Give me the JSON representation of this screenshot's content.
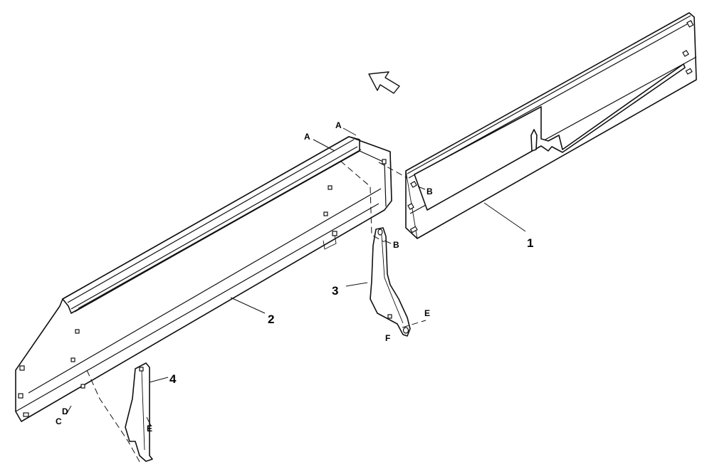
{
  "callouts": {
    "part_1": "1",
    "part_2": "2",
    "part_3": "3",
    "part_4": "4"
  },
  "letters": {
    "a1": "A",
    "a2": "A",
    "b1": "B",
    "b2": "B",
    "c": "C",
    "d": "D",
    "e1": "E",
    "e2": "E",
    "f": "F"
  },
  "icons": {
    "direction": "forward-direction-arrow-icon"
  },
  "colors": {
    "line": "#111111",
    "background": "#ffffff"
  }
}
